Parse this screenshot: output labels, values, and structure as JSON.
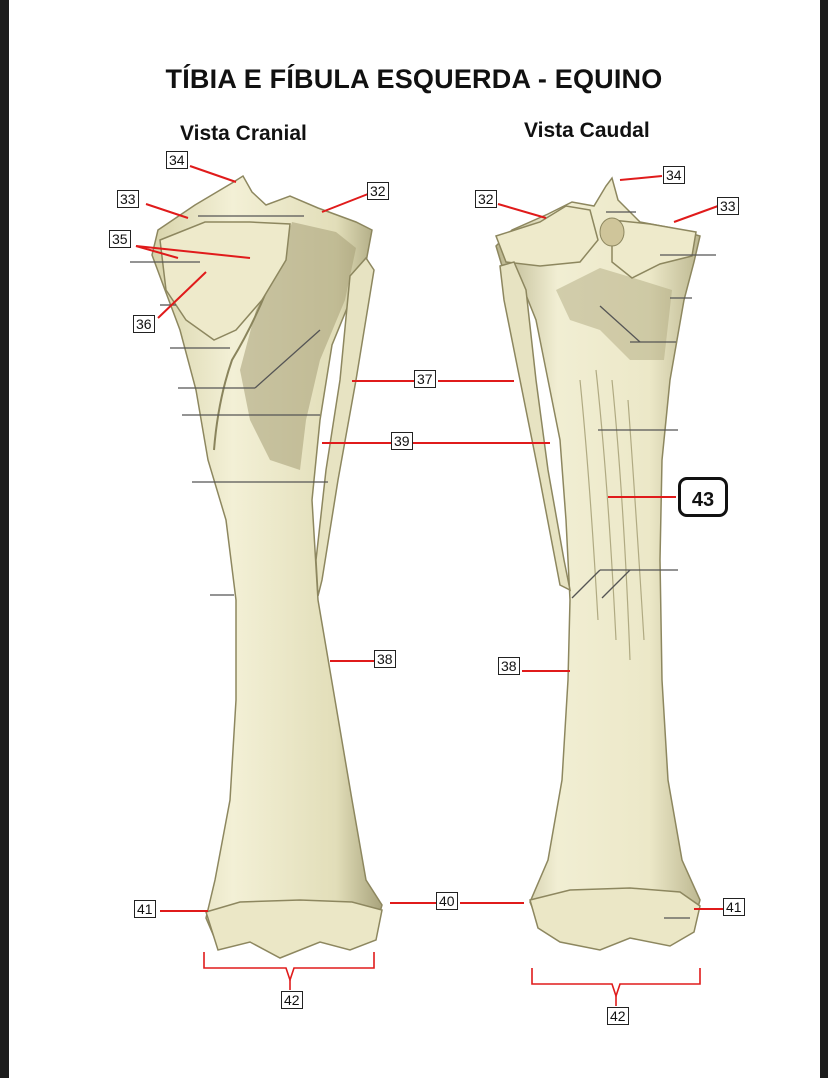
{
  "title": "TÍBIA E FÍBULA ESQUERDA - EQUINO",
  "views": {
    "cranial": "Vista  Cranial",
    "caudal": "Vista  Caudal"
  },
  "labels": {
    "l34a": "34",
    "l33a": "33",
    "l32a": "32",
    "l35": "35",
    "l36": "36",
    "l37": "37",
    "l39": "39",
    "l38a": "38",
    "l41a": "41",
    "l42a": "42",
    "l32b": "32",
    "l34b": "34",
    "l33b": "33",
    "l43": "43",
    "l38b": "38",
    "l40": "40",
    "l41b": "41",
    "l42b": "42"
  },
  "colors": {
    "bone": "#efeccd",
    "bone_shadow": "#9c9770",
    "leader": "#e01b1b",
    "guide": "#555555"
  }
}
